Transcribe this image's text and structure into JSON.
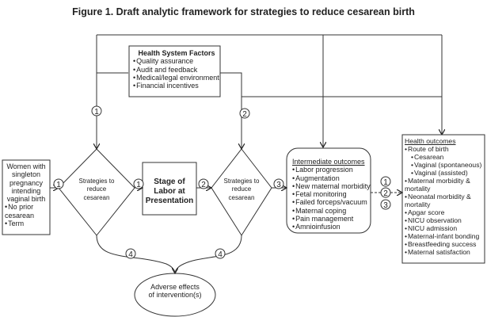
{
  "title": "Figure 1. Draft analytic framework for strategies to reduce cesarean birth",
  "health_system": {
    "heading": "Health System Factors",
    "items": [
      "Quality assurance",
      "Audit and feedback",
      "Medical/legal environment",
      "Financial incentives"
    ]
  },
  "population": {
    "lines": [
      "Women with",
      "singleton",
      "pregnancy",
      "intending",
      "vaginal birth"
    ],
    "bullets": [
      "No prior cesarean",
      "Term"
    ]
  },
  "strategies_1": "Strategies to reduce cesarean",
  "stage": "Stage of Labor at Presentation",
  "strategies_2": "Strategies to reduce cesarean",
  "intermediate": {
    "heading": "Intermediate outcomes",
    "items": [
      "Labor progression",
      "Augmentation",
      "New maternal morbidity",
      "Fetal monitoring",
      "Failed forceps/vacuum",
      "Maternal coping",
      "Pain management",
      "Amnioinfusion"
    ]
  },
  "health_outcomes": {
    "heading": "Health outcomes",
    "items": [
      {
        "text": "Route of birth",
        "level": 0
      },
      {
        "text": "Cesarean",
        "level": 1
      },
      {
        "text": "Vaginal (spontaneous)",
        "level": 1
      },
      {
        "text": "Vaginal (assisted)",
        "level": 1
      },
      {
        "text": "Maternal morbidity & mortality",
        "level": 0
      },
      {
        "text": "Neonatal morbidity & mortality",
        "level": 0
      },
      {
        "text": "Apgar score",
        "level": 0
      },
      {
        "text": "NICU observation",
        "level": 0
      },
      {
        "text": "NICU admission",
        "level": 0
      },
      {
        "text": "Maternal-infant bonding",
        "level": 0
      },
      {
        "text": "Breastfeeding success",
        "level": 0
      },
      {
        "text": "Maternal satisfaction",
        "level": 0
      }
    ]
  },
  "adverse": "Adverse effects of intervention(s)",
  "kq": {
    "k1": "1",
    "k2": "2",
    "k3": "3",
    "k4": "4"
  }
}
